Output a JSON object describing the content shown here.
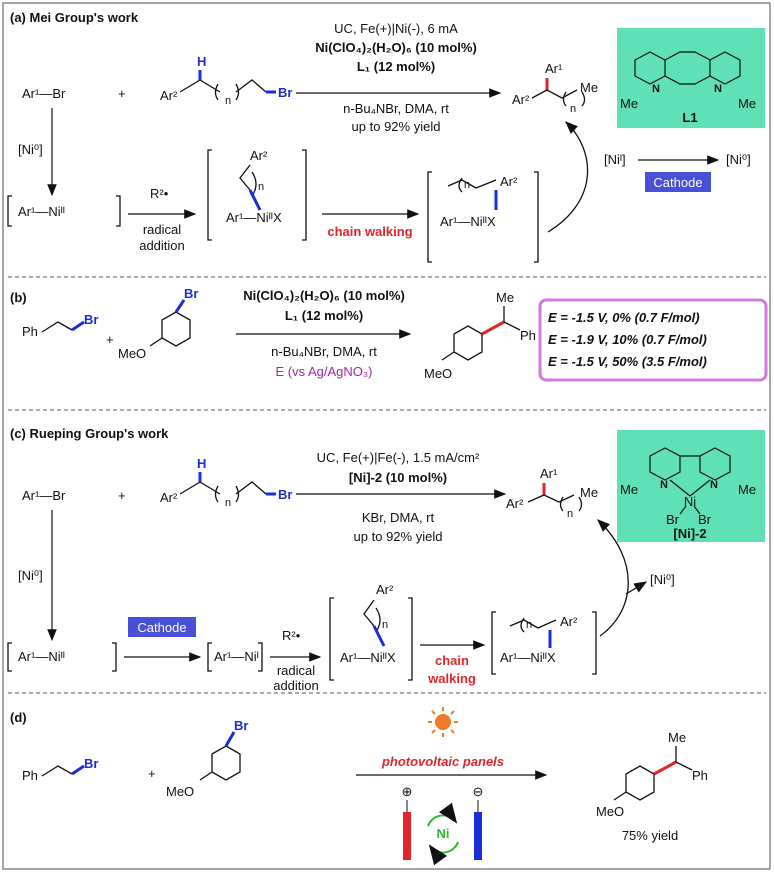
{
  "sections": {
    "a": {
      "title": "(a) Mei Group's work",
      "reactant1": "Ar¹—Br",
      "plus": "+",
      "ar2": "Ar²",
      "h": "H",
      "n": "n",
      "br": "Br",
      "cond1": "UC, Fe(+)|Ni(-), 6 mA",
      "cond2": "Ni(ClO₄)₂(H₂O)₆ (10 mol%)",
      "cond3": "L₁ (12 mol%)",
      "cond4": "n-Bu₄NBr, DMA, rt",
      "cond5": "up to 92% yield",
      "prod_ar1": "Ar¹",
      "prod_ar2": "Ar²",
      "prod_me": "Me",
      "ligand_label": "L1",
      "ligand_me": "Me",
      "ni0": "[Ni⁰]",
      "int1": "Ar¹—Niᴵᴵ",
      "radical": "R²•",
      "radical_addition": "radical addition",
      "int2_ar2": "Ar²",
      "int2": "Ar¹—NiᴵᴵX",
      "chain_walking": "chain walking",
      "int3": "Ar¹—NiᴵᴵX",
      "int3_ar2": "Ar²",
      "nii": "[Niᴵ]",
      "cathode": "Cathode",
      "ni0_out": "[Ni⁰]"
    },
    "b": {
      "title": "(b)",
      "reactant1": "Ph",
      "br": "Br",
      "plus": "+",
      "meo": "MeO",
      "cond1": "Ni(ClO₄)₂(H₂O)₆ (10 mol%)",
      "cond2": "L₁ (12 mol%)",
      "cond3": "n-Bu₄NBr, DMA, rt",
      "cond4": "E (vs Ag/AgNO₃)",
      "prod_me": "Me",
      "prod_ph": "Ph",
      "prod_meo": "MeO",
      "results": [
        "E = -1.5 V, 0%     (0.7 F/mol)",
        "E = -1.9 V, 10%   (0.7 F/mol)",
        "E = -1.5 V, 50%   (3.5 F/mol)"
      ]
    },
    "c": {
      "title": "(c) Rueping Group's work",
      "reactant1": "Ar¹—Br",
      "plus": "+",
      "ar2": "Ar²",
      "h": "H",
      "n": "n",
      "br": "Br",
      "cond1": "UC, Fe(+)|Fe(-), 1.5 mA/cm²",
      "cond2": "[Ni]-2 (10 mol%)",
      "cond3": "KBr, DMA, rt",
      "cond4": "up to 92% yield",
      "prod_ar1": "Ar¹",
      "prod_ar2": "Ar²",
      "prod_me": "Me",
      "cat_label": "[Ni]-2",
      "cat_me": "Me",
      "cat_ni": "Ni",
      "cat_br": "Br",
      "ni0": "[Ni⁰]",
      "int1": "Ar¹—Niᴵᴵ",
      "cathode": "Cathode",
      "int_ni1": "Ar¹—Niᴵ",
      "radical": "R²•",
      "radical_addition": "radical addition",
      "int2_ar2": "Ar²",
      "int2": "Ar¹—NiᴵᴵX",
      "chain_walking": "chain walking",
      "int3": "Ar¹—NiᴵᴵX",
      "int3_ar2": "Ar²",
      "ni0_out": "[Ni⁰]"
    },
    "d": {
      "title": "(d)",
      "reactant1": "Ph",
      "br": "Br",
      "plus": "+",
      "meo": "MeO",
      "panel_label": "photovoltaic panels",
      "plus_sign": "⊕",
      "minus_sign": "⊖",
      "ni": "Ni",
      "prod_me": "Me",
      "prod_ph": "Ph",
      "prod_meo": "MeO",
      "yield": "75% yield"
    }
  },
  "colors": {
    "blue": "#1a2fd6",
    "red": "#e0262b",
    "cathode_box": "#4a4fd8",
    "ligand_box": "#5fe0b7",
    "purple_border": "#d27ad7",
    "purple_text": "#a02aa0",
    "sun": "#f07a2a"
  }
}
